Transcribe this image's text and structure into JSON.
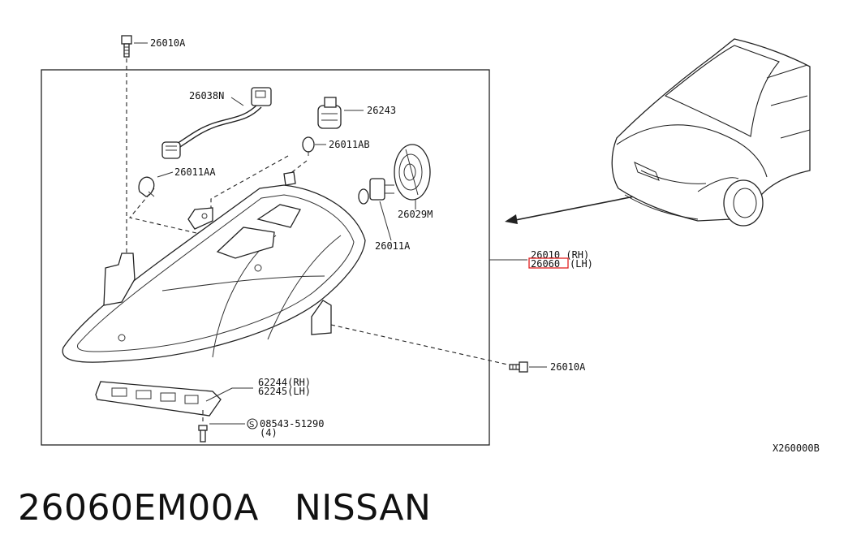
{
  "diagram": {
    "labels": {
      "bolt_top": "26010A",
      "harness": "26038N",
      "socket": "26243",
      "bulb_small": "26011AB",
      "bulb_side": "26011AA",
      "cap": "26029M",
      "bulb_main": "26011A",
      "assy_rh": "26010 (RH)",
      "assy_lh_part": "26060",
      "assy_lh_suffix": "(LH)",
      "bracket_rh": "62244(RH)",
      "bracket_lh": "62245(LH)",
      "screw": "08543-51290",
      "screw_qty": "(4)",
      "bolt_right": "26010A",
      "figure_code": "X260000B"
    },
    "highlight_color": "#e02020"
  },
  "footer": {
    "part_number": "26060EM00A",
    "brand": "NISSAN"
  }
}
